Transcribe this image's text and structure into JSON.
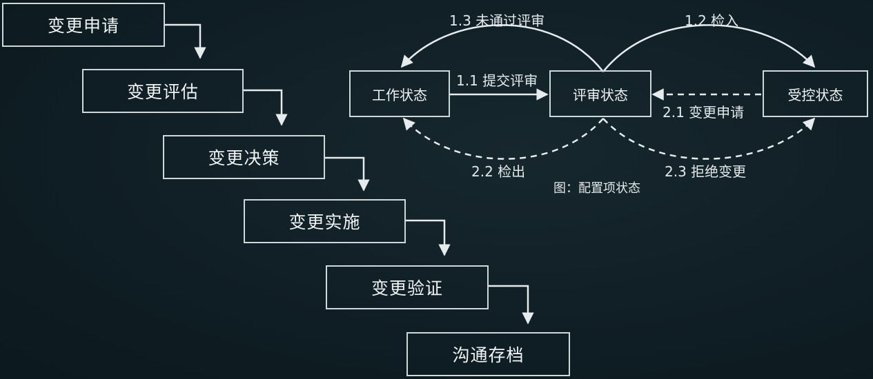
{
  "process_steps": [
    "变更申请",
    "变更评估",
    "变更决策",
    "变更实施",
    "变更验证",
    "沟通存档"
  ],
  "states": {
    "working": "工作状态",
    "review": "评审状态",
    "controlled": "受控状态"
  },
  "transitions": {
    "t_1_1": "1.1 提交评审",
    "t_1_2": "1.2 检入",
    "t_1_3": "1.3 未通过评审",
    "t_2_1": "2.1 变更申请",
    "t_2_2": "2.2 检出",
    "t_2_3": "2.3 拒绝变更"
  },
  "caption": "图：配置项状态",
  "colors": {
    "background": "#0f1e24",
    "line": "#e6ecee"
  }
}
